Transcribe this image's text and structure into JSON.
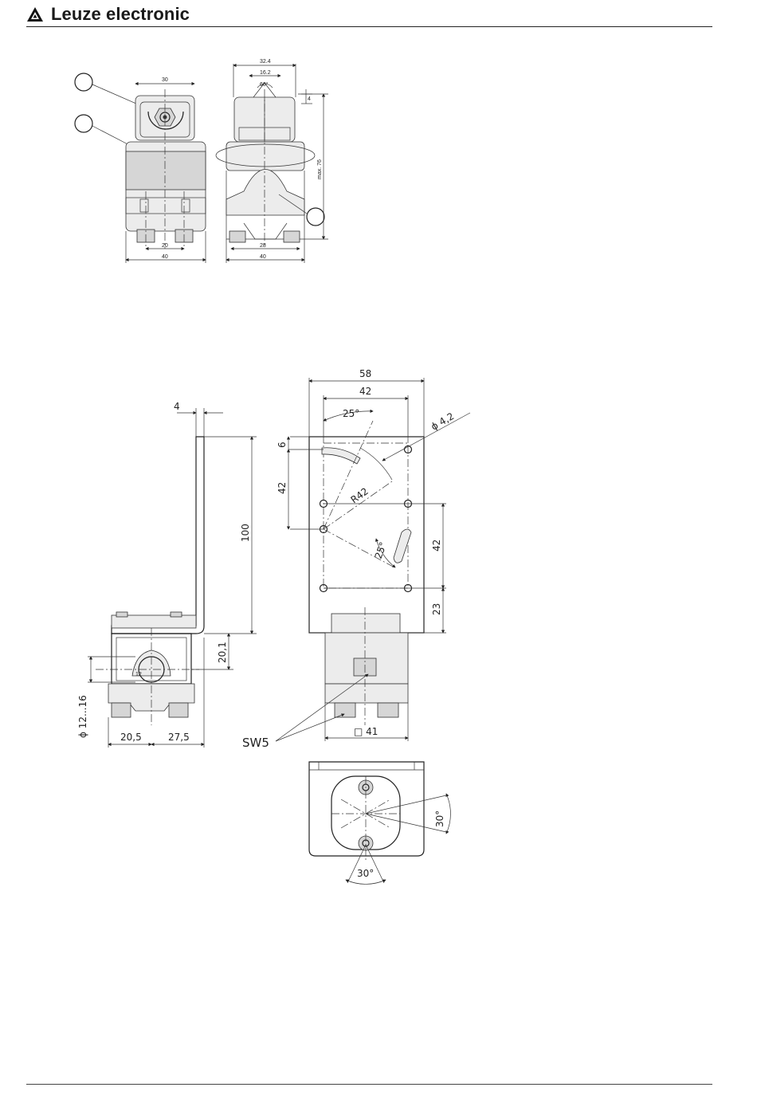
{
  "header": {
    "brand": "Leuze electronic"
  },
  "top_drawing": {
    "dims": {
      "w30": "30",
      "w32_4": "32.4",
      "w16_2": "16.2",
      "ang60": "60°",
      "d4": "4",
      "max76": "max. 76",
      "d20": "20",
      "d28": "28",
      "d40_left": "40",
      "d40_right": "40"
    }
  },
  "bottom_drawing": {
    "dims": {
      "d4": "4",
      "d100": "100",
      "d20_1": "20,1",
      "dia12_16": "ϕ 12...16",
      "d20_5": "20,5",
      "d27_5": "27,5",
      "d58": "58",
      "d42_top": "42",
      "d6": "6",
      "d42_left": "42",
      "d42_right": "42",
      "d23": "23",
      "ang25_top": "25°",
      "ang25_low": "25°",
      "r42": "R42",
      "hole_dia": "ϕ 4,2",
      "sw5": "SW5",
      "sq41": "□ 41",
      "ang30_right": "30°",
      "ang30_bottom": "30°"
    }
  }
}
